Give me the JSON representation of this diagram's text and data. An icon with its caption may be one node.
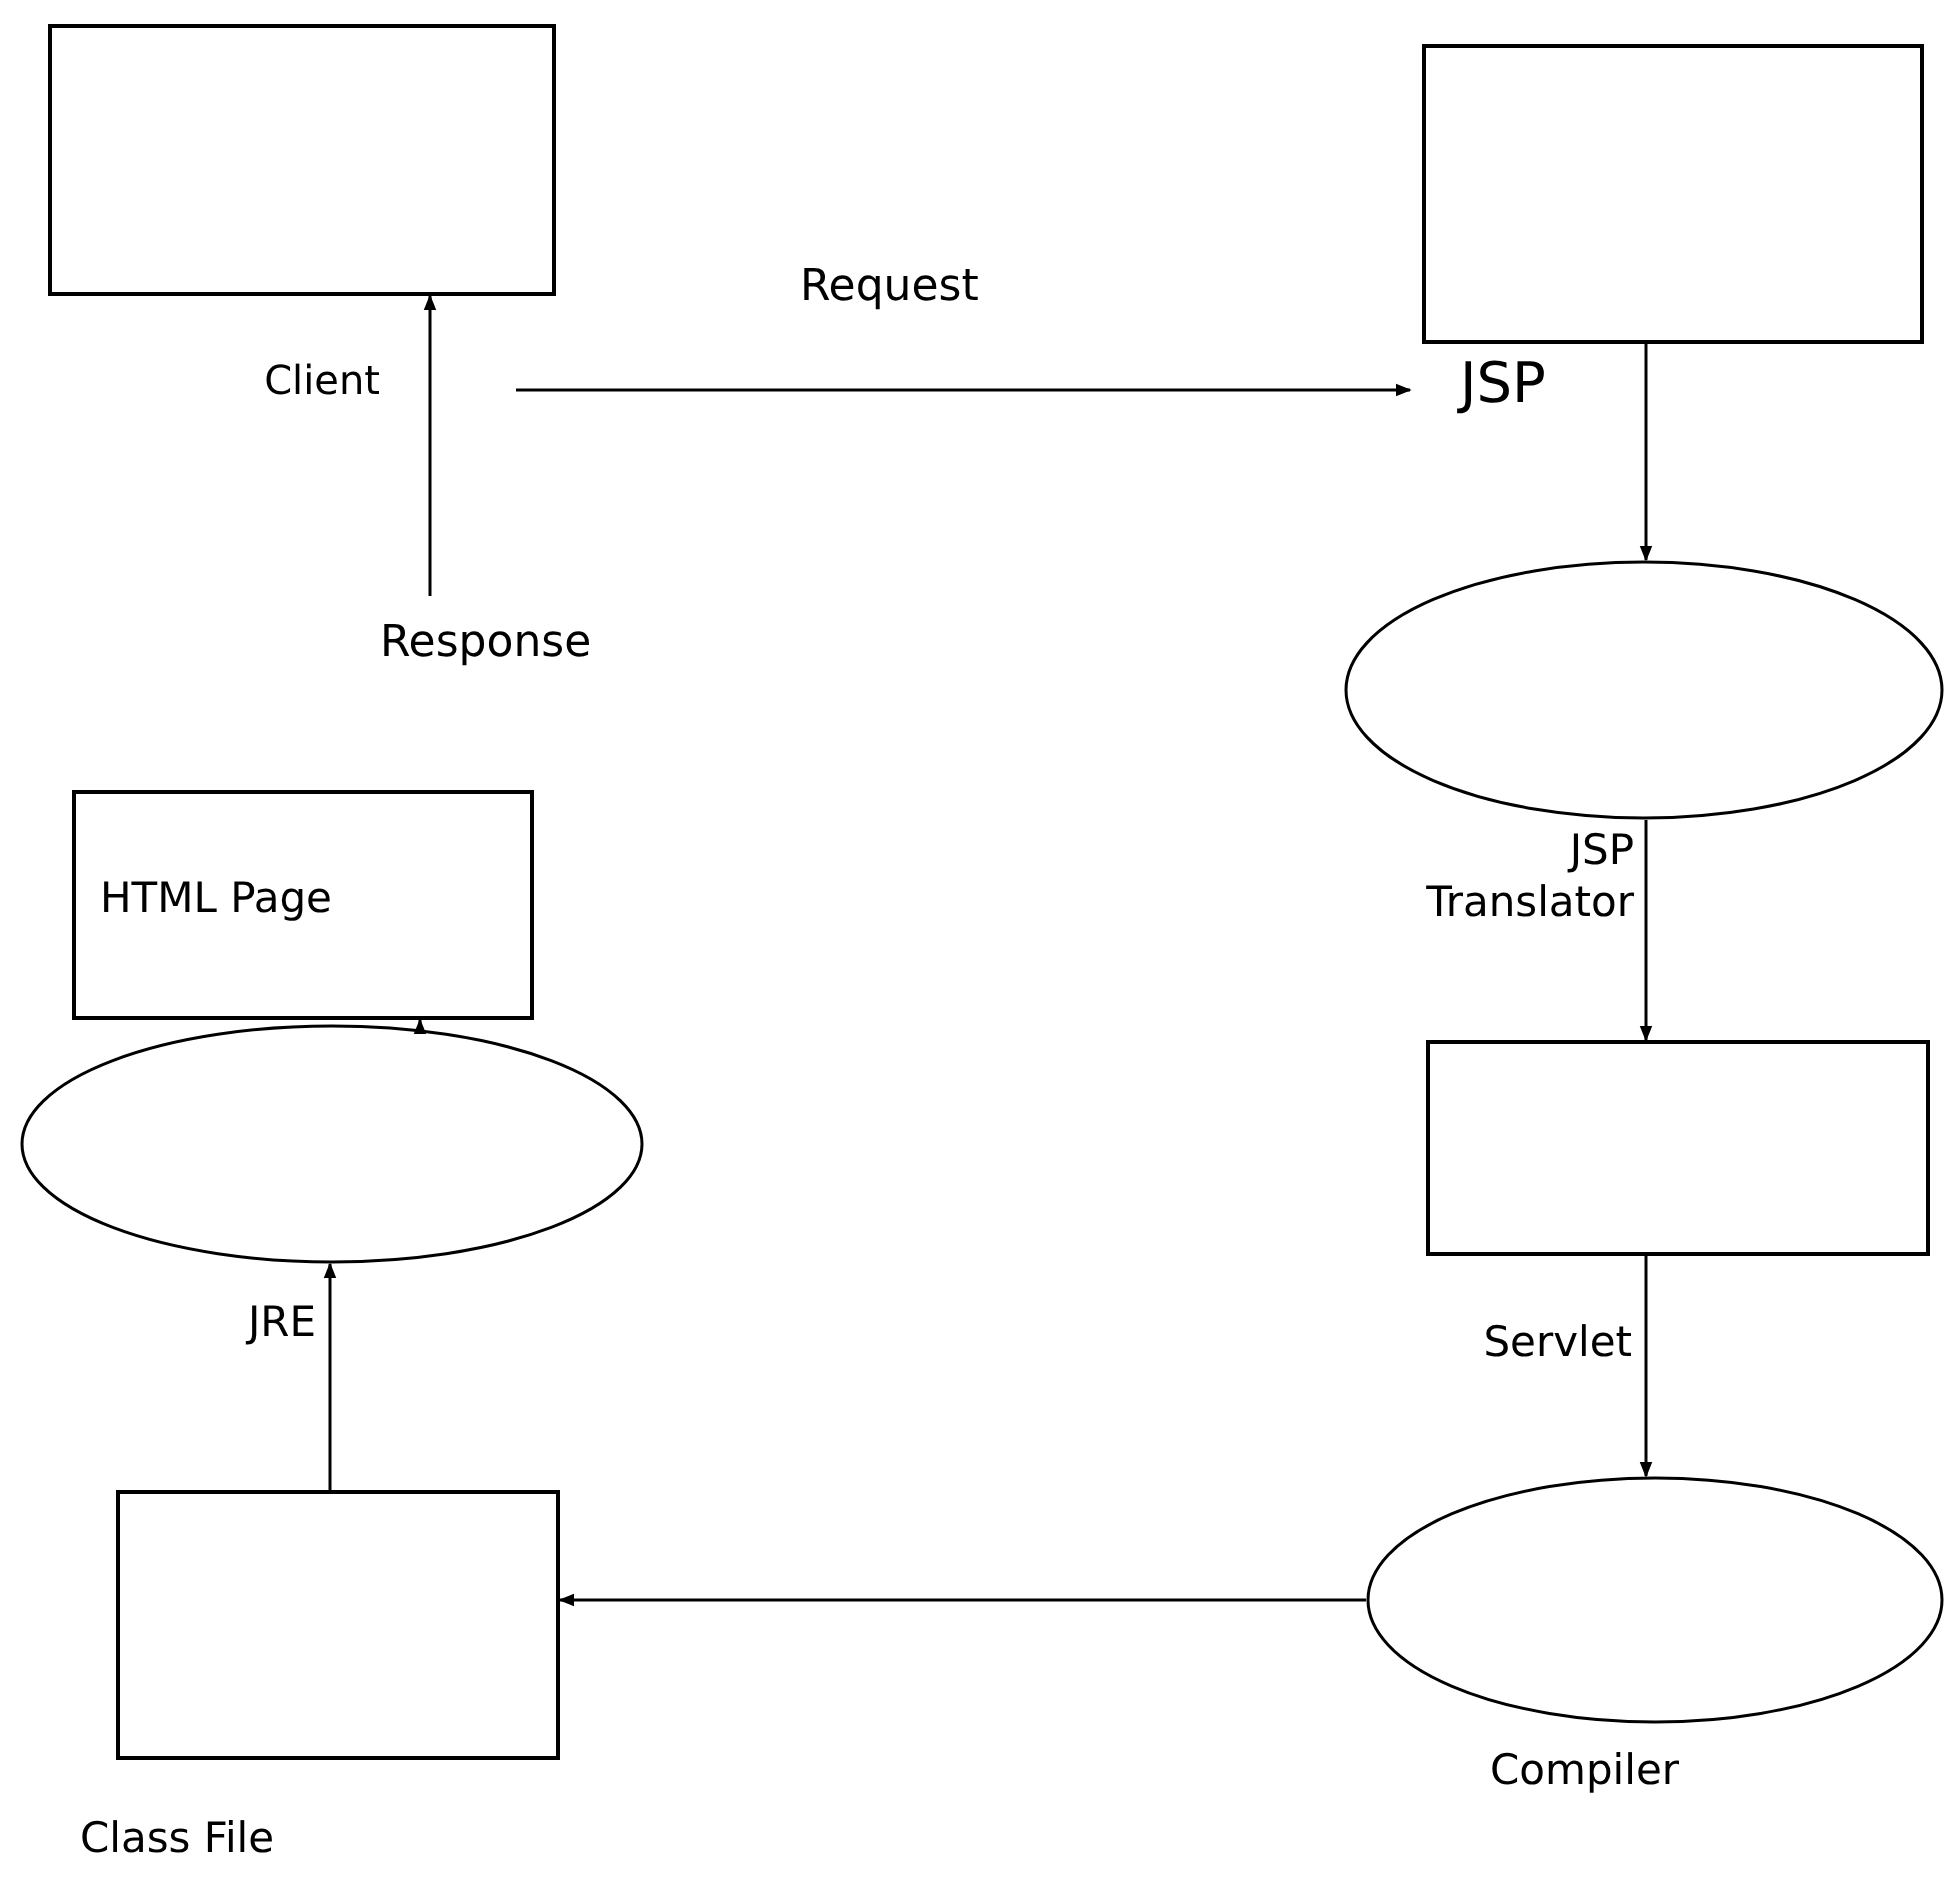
{
  "diagram": {
    "nodes": [
      {
        "text": [
          "Client"
        ]
      },
      {
        "text": [
          "JSP"
        ]
      },
      {
        "text": [
          "JSP Translator"
        ]
      },
      {
        "text": [
          "Servlet"
        ]
      },
      {
        "text": [
          "Compiler"
        ]
      },
      {
        "text": [
          "Class File"
        ]
      },
      {
        "text": [
          "JRE"
        ]
      },
      {
        "text": [
          "HTML Page"
        ]
      }
    ],
    "edges": [
      {
        "from": 0,
        "to": 1,
        "arrow": "to",
        "label": "Request"
      },
      {
        "from": null,
        "to": 0,
        "arrow": "to",
        "label": "Response"
      },
      {
        "from": 1,
        "to": 2,
        "arrow": "to"
      },
      {
        "from": 2,
        "to": 3,
        "arrow": "to"
      },
      {
        "from": 3,
        "to": 4,
        "arrow": "to"
      },
      {
        "from": 4,
        "to": 5,
        "arrow": "to"
      },
      {
        "from": 5,
        "to": 6,
        "arrow": "to"
      },
      {
        "from": 6,
        "to": 7,
        "arrow": "to"
      }
    ]
  }
}
